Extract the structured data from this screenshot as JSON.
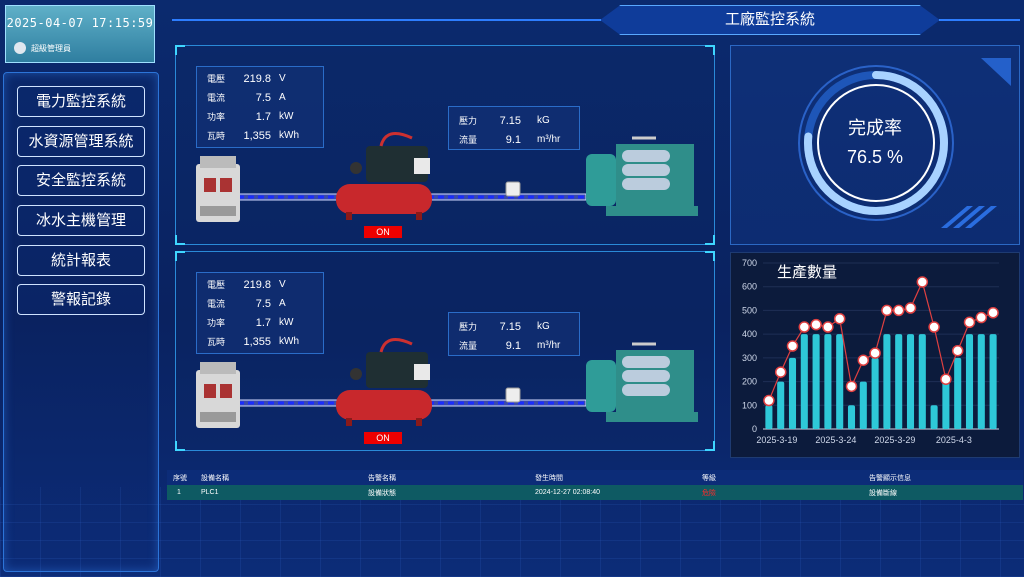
{
  "clock": {
    "time": "2025-04-07 17:15:59",
    "user": "超級管理員"
  },
  "title": "工廠監控系統",
  "nav": [
    "電力監控系統",
    "水資源管理系統",
    "安全監控系統",
    "冰水主機管理",
    "統計報表",
    "警報記錄"
  ],
  "panels": [
    {
      "power": [
        {
          "label": "電壓",
          "value": "219.8",
          "unit": "V"
        },
        {
          "label": "電流",
          "value": "7.5",
          "unit": "A"
        },
        {
          "label": "功率",
          "value": "1.7",
          "unit": "kW"
        },
        {
          "label": "瓦時",
          "value": "1,355",
          "unit": "kWh"
        }
      ],
      "flow": [
        {
          "label": "壓力",
          "value": "7.15",
          "unit": "kG"
        },
        {
          "label": "流量",
          "value": "9.1",
          "unit": "m³/hr"
        }
      ],
      "status": "ON"
    },
    {
      "power": [
        {
          "label": "電壓",
          "value": "219.8",
          "unit": "V"
        },
        {
          "label": "電流",
          "value": "7.5",
          "unit": "A"
        },
        {
          "label": "功率",
          "value": "1.7",
          "unit": "kW"
        },
        {
          "label": "瓦時",
          "value": "1,355",
          "unit": "kWh"
        }
      ],
      "flow": [
        {
          "label": "壓力",
          "value": "7.15",
          "unit": "kG"
        },
        {
          "label": "流量",
          "value": "9.1",
          "unit": "m³/hr"
        }
      ],
      "status": "ON"
    }
  ],
  "completion": {
    "label": "完成率",
    "value": "76.5 %",
    "fraction": 0.765
  },
  "chart_data": {
    "type": "bar",
    "title": "生產數量",
    "ylim": [
      0,
      700
    ],
    "yticks": [
      0,
      100,
      200,
      300,
      400,
      500,
      600,
      700
    ],
    "xtick_labels": [
      "2025-3-19",
      "2025-3-24",
      "2025-3-29",
      "2025-4-3"
    ],
    "bars": [
      100,
      200,
      300,
      400,
      400,
      400,
      400,
      100,
      200,
      300,
      400,
      400,
      400,
      400,
      100,
      200,
      300,
      400,
      400,
      400
    ],
    "line": [
      120,
      240,
      350,
      430,
      440,
      430,
      465,
      180,
      290,
      320,
      500,
      500,
      510,
      620,
      430,
      210,
      330,
      450,
      470,
      490
    ],
    "colors": {
      "bar": "#2ec8d8",
      "line": "#e04040",
      "marker": "#ffffff"
    }
  },
  "table": {
    "headers": [
      "序號",
      "設備名稱",
      "告警名稱",
      "發生時間",
      "等級",
      "告警顯示信息"
    ],
    "rows": [
      [
        "1",
        "PLC1",
        "設備狀態",
        "2024-12-27 02:08:40",
        "危險",
        "設備斷線"
      ]
    ]
  },
  "colors": {
    "accent": "#2d7dff",
    "danger": "#ff2a2a",
    "row": "#0e5a63"
  }
}
